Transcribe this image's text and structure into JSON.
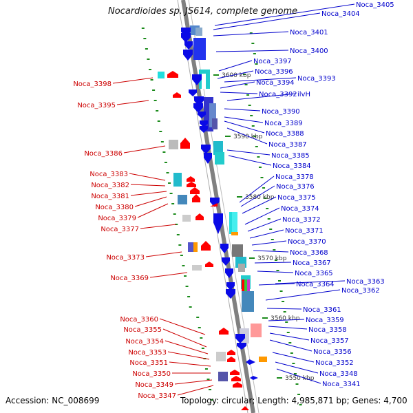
{
  "title": "Nocardioides sp. JS614, complete genome",
  "accession": "Accession: NC_008699",
  "footer": "Topology: circular; Length: 4,985,871 bp; Genes: 4,700",
  "colors": {
    "forward_label": "#0000cc",
    "reverse_label": "#cc0000",
    "forward_arrow": "#0a0ae6",
    "reverse_arrow": "#ff0000",
    "backbone": "#808080",
    "tick": "#1a8a1a"
  },
  "kbp_ticks": [
    "3600 kbp",
    "3590 kbp",
    "3580 kbp",
    "3570 kbp",
    "3560 kbp",
    "3550 kbp"
  ],
  "forward_labels": [
    "Noca_3405",
    "Noca_3404",
    "Noca_3401",
    "Noca_3400",
    "Noca_3397",
    "Noca_3396",
    "Noca_3393",
    "Noca_3394",
    "Noca_3392",
    "ilvH",
    "Noca_3390",
    "Noca_3389",
    "Noca_3388",
    "Noca_3387",
    "Noca_3385",
    "Noca_3384",
    "Noca_3378",
    "Noca_3376",
    "Noca_3375",
    "Noca_3374",
    "Noca_3372",
    "Noca_3371",
    "Noca_3370",
    "Noca_3368",
    "Noca_3367",
    "Noca_3365",
    "Noca_3363",
    "Noca_3364",
    "Noca_3362",
    "Noca_3361",
    "Noca_3359",
    "Noca_3358",
    "Noca_3357",
    "Noca_3356",
    "Noca_3352",
    "Noca_3348",
    "Noca_3341"
  ],
  "reverse_labels": [
    "Noca_3398",
    "Noca_3395",
    "Noca_3386",
    "Noca_3383",
    "Noca_3382",
    "Noca_3381",
    "Noca_3380",
    "Noca_3379",
    "Noca_3377",
    "Noca_3373",
    "Noca_3369",
    "Noca_3360",
    "Noca_3355",
    "Noca_3354",
    "Noca_3353",
    "Noca_3351",
    "Noca_3350",
    "Noca_3349",
    "Noca_3347"
  ]
}
